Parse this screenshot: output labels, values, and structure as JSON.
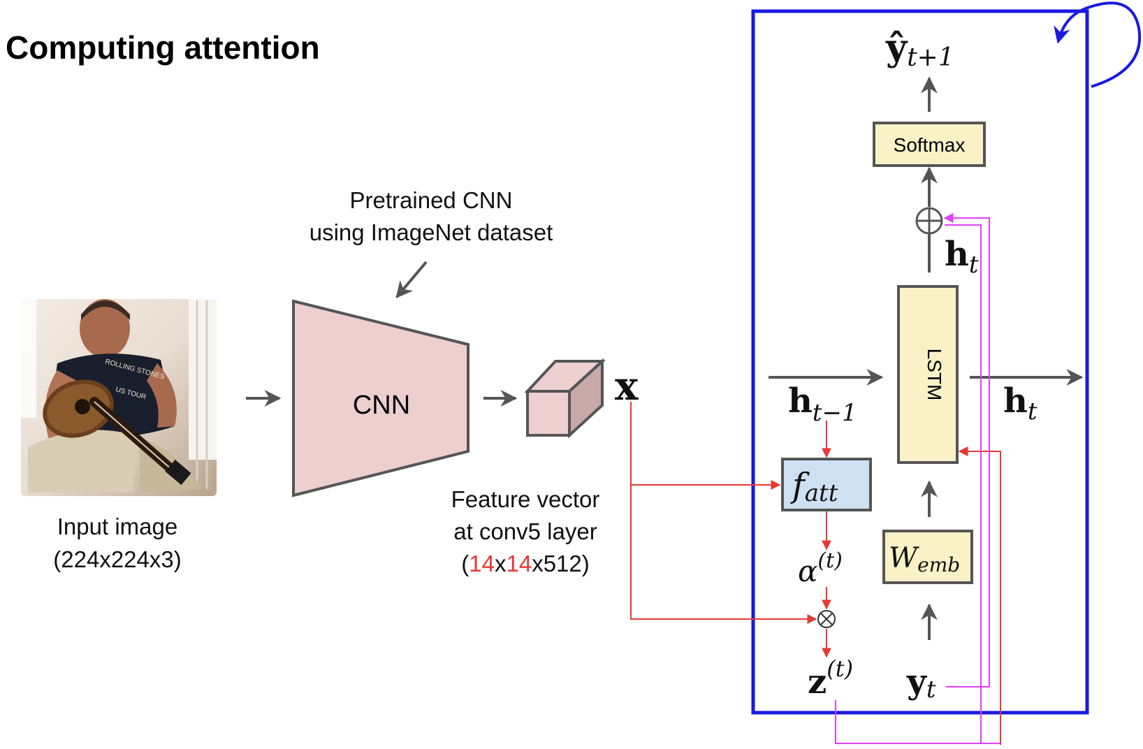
{
  "title": "Computing attention",
  "input_image": {
    "label_line1": "Input image",
    "label_line2": "(224x224x3)",
    "shirt_text_line1": "ROLLING STONES",
    "shirt_text_line2": "US TOUR"
  },
  "cnn": {
    "label": "CNN",
    "note_line1": "Pretrained CNN",
    "note_line2": "using ImageNet dataset"
  },
  "feature": {
    "line1": "Feature vector",
    "line2": "at conv5 layer",
    "dims_open": "(",
    "dims_a": "14",
    "dims_x1": "x",
    "dims_b": "14",
    "dims_rest": "x512)"
  },
  "symbols": {
    "x": "x",
    "y_hat": "ŷ",
    "y_hat_sub": "t+1",
    "h": "h",
    "h_sub_t": "t",
    "h_prev_sub": "t−1",
    "f": "f",
    "f_sub": "att",
    "alpha": "α",
    "alpha_sup": "(t)",
    "z": "z",
    "z_sup": "(t)",
    "y": "y",
    "y_sub": "t",
    "w": "W",
    "w_sub": "emb",
    "otimes": "⊗",
    "oplus": "⊕"
  },
  "boxes": {
    "softmax": "Softmax",
    "lstm": "LSTM"
  },
  "colors": {
    "cnn_fill": "#edcfcf",
    "box_yellow": "#fbf1c7",
    "box_blue": "#cfe0f2",
    "frame_blue": "#1a1ae0",
    "red": "#e53935",
    "magenta": "#e040fb",
    "gray": "#555555",
    "highlight_red": "#e53935"
  }
}
